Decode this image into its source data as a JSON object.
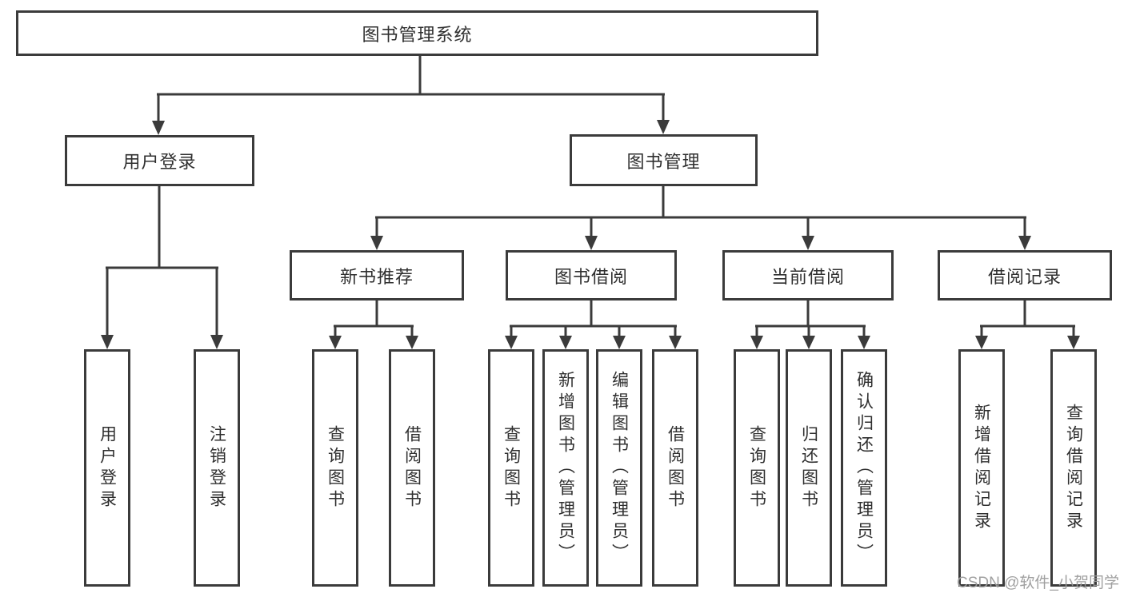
{
  "colors": {
    "line": "#3b3b3b",
    "box_border": "#3b3b3b",
    "text": "#2f2f2f",
    "watermark": "#9b9b9b",
    "background": "#ffffff"
  },
  "tree": {
    "root": {
      "label": "图书管理系统"
    },
    "branches": [
      {
        "label": "用户登录",
        "children": [
          {
            "label": "用户登录"
          },
          {
            "label": "注销登录"
          }
        ]
      },
      {
        "label": "图书管理",
        "children": [
          {
            "label": "新书推荐",
            "children": [
              {
                "label": "查询图书"
              },
              {
                "label": "借阅图书"
              }
            ]
          },
          {
            "label": "图书借阅",
            "children": [
              {
                "label": "查询图书"
              },
              {
                "label": "新增图书（管理员）"
              },
              {
                "label": "编辑图书（管理员）"
              },
              {
                "label": "借阅图书"
              }
            ]
          },
          {
            "label": "当前借阅",
            "children": [
              {
                "label": "查询图书"
              },
              {
                "label": "归还图书"
              },
              {
                "label": "确认归还（管理员）"
              }
            ]
          },
          {
            "label": "借阅记录",
            "children": [
              {
                "label": "新增借阅记录"
              },
              {
                "label": "查询借阅记录"
              }
            ]
          }
        ]
      }
    ]
  },
  "watermark": {
    "text": "CSDN @软件_小贺同学"
  }
}
